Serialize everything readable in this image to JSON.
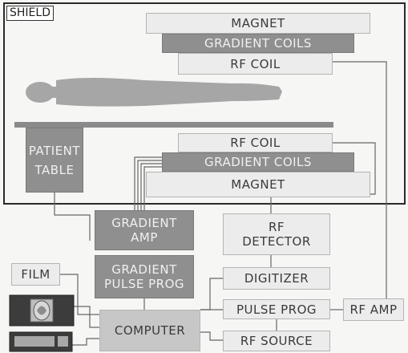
{
  "shield": {
    "label": "SHIELD"
  },
  "upper": {
    "magnet": "MAGNET",
    "gradient_coils": "GRADIENT COILS",
    "rf_coil": "RF COIL"
  },
  "lower": {
    "rf_coil": "RF COIL",
    "gradient_coils": "GRADIENT COILS",
    "magnet": "MAGNET"
  },
  "patient_table": {
    "line1": "PATIENT",
    "line2": "TABLE"
  },
  "gradient_amp": {
    "line1": "GRADIENT",
    "line2": "AMP"
  },
  "gradient_pulse_prog": {
    "line1": "GRADIENT",
    "line2": "PULSE PROG"
  },
  "rf_detector": {
    "line1": "RF",
    "line2": "DETECTOR"
  },
  "digitizer": "DIGITIZER",
  "pulse_prog": "PULSE PROG",
  "rf_amp": "RF AMP",
  "computer": "COMPUTER",
  "rf_source": "RF SOURCE",
  "film": "FILM"
}
